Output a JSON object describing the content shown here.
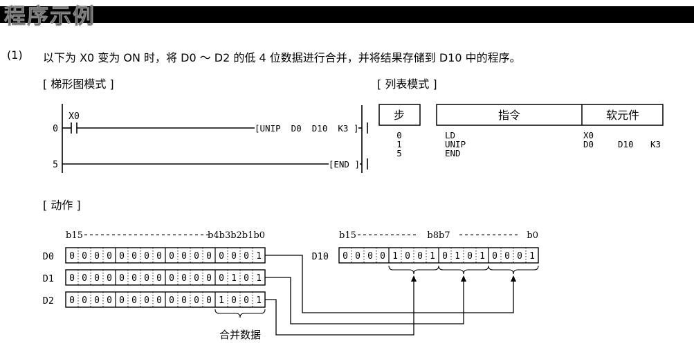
{
  "page": {
    "title": "程序示例",
    "intro_number": "(1)",
    "intro_text": "以下为 X0 变为 ON 时，将 D0 ～ D2 的低 4 位数据进行合并，并将结果存储到 D10 中的程序。",
    "sections": {
      "ladder_label": "[ 梯形图模式 ]",
      "list_label": "[ 列表模式 ]",
      "action_label": "[ 动作 ]"
    }
  },
  "ladder": {
    "rungs": [
      {
        "step": "0",
        "contact": "X0",
        "instruction": "[UNIP  D0  D10  K3 ]"
      },
      {
        "step": "5",
        "instruction": "[END ]"
      }
    ]
  },
  "list_table": {
    "headers": {
      "step": "步",
      "instruction": "指令",
      "device": "软元件"
    },
    "rows": [
      {
        "step": "0",
        "instruction": "LD",
        "devices": [
          "X0"
        ]
      },
      {
        "step": "1",
        "instruction": "UNIP",
        "devices": [
          "D0",
          "D10",
          "K3"
        ]
      },
      {
        "step": "5",
        "instruction": "END",
        "devices": []
      }
    ]
  },
  "bit_diagram": {
    "left_axis_label": {
      "start": "b15",
      "end": "b4b3b2b1b0"
    },
    "right_axis_label": {
      "start": "b15",
      "mid": "b8b7",
      "end": "b0"
    },
    "registers": [
      {
        "name": "D0",
        "bits": "0000000000000001"
      },
      {
        "name": "D1",
        "bits": "0000000000000101"
      },
      {
        "name": "D2",
        "bits": "0000000000001001"
      }
    ],
    "result_register": {
      "name": "D10",
      "bits": "0000100101010001"
    },
    "merge_label": "合并数据"
  }
}
